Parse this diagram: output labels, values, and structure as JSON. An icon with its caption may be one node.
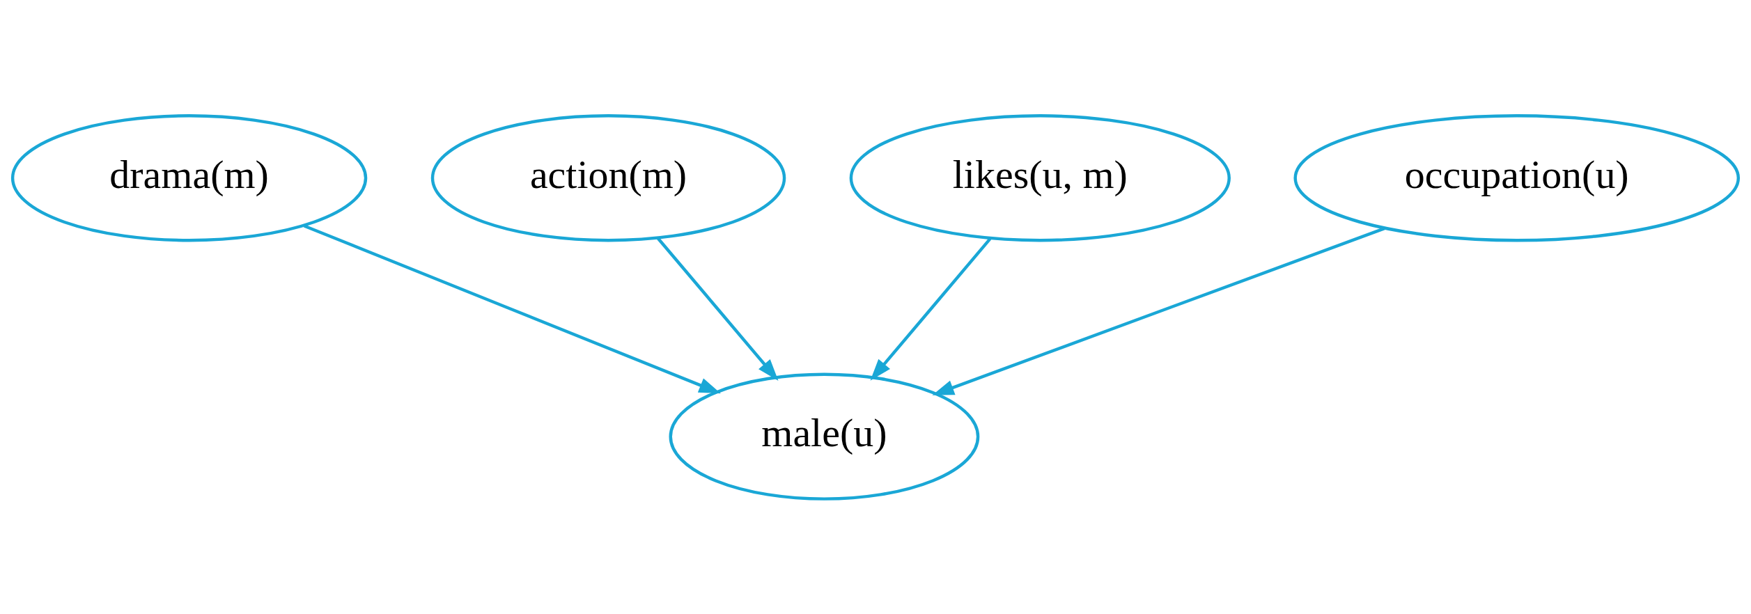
{
  "diagram": {
    "nodes": [
      {
        "text": [
          "action(m)"
        ]
      },
      {
        "text": [
          "likes(u, m)"
        ]
      },
      {
        "text": [
          "drama(m)"
        ]
      },
      {
        "text": [
          "occupation(u)"
        ]
      },
      {
        "text": [
          "male(u)"
        ]
      }
    ],
    "edges": [
      {
        "from": 2,
        "to": 4,
        "arrow": "to"
      },
      {
        "from": 0,
        "to": 4,
        "arrow": "to"
      },
      {
        "from": 1,
        "to": 4,
        "arrow": "to"
      },
      {
        "from": 3,
        "to": 4,
        "arrow": "to"
      }
    ]
  }
}
